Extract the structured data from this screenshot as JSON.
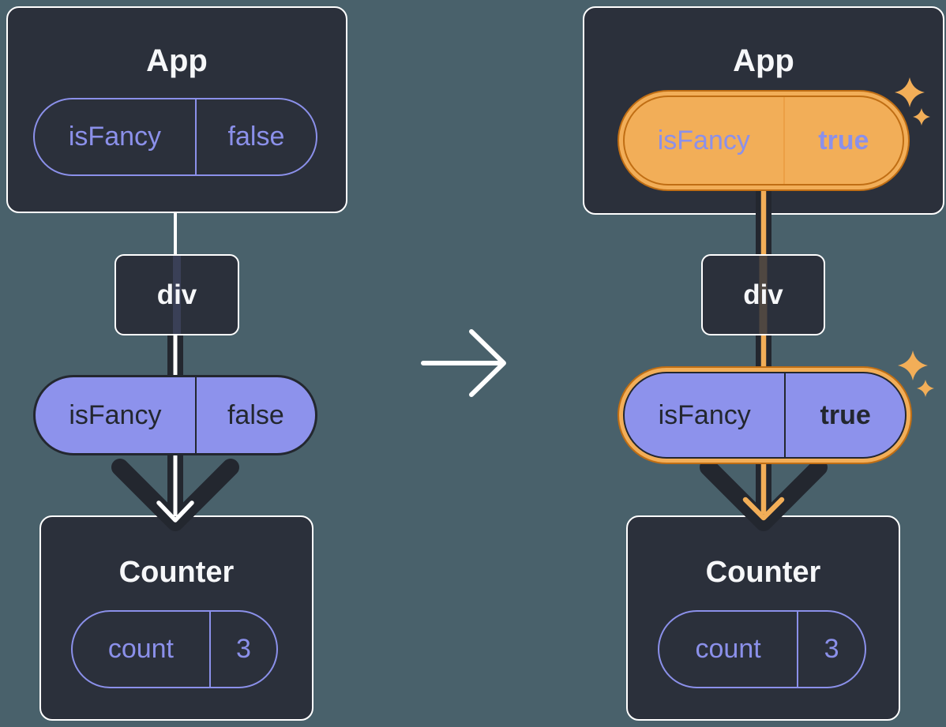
{
  "colors": {
    "background": "#49616B",
    "card": "#2B303B",
    "card_border": "#FFFFFF",
    "purple": "#8B90EA",
    "purple_fill": "#8D92EC",
    "dark": "#23272F",
    "white": "#FFFFFF",
    "orange_light": "#F2AE58",
    "orange_dark": "#C06E14",
    "orange_divider": "#EC9F45"
  },
  "before": {
    "app": {
      "title": "App",
      "prop": {
        "name": "isFancy",
        "value": "false"
      }
    },
    "div_node": {
      "label": "div"
    },
    "passed_prop": {
      "name": "isFancy",
      "value": "false"
    },
    "counter": {
      "title": "Counter",
      "state": {
        "name": "count",
        "value": "3"
      }
    }
  },
  "after": {
    "app": {
      "title": "App",
      "prop": {
        "name": "isFancy",
        "value": "true"
      }
    },
    "div_node": {
      "label": "div"
    },
    "passed_prop": {
      "name": "isFancy",
      "value": "true"
    },
    "counter": {
      "title": "Counter",
      "state": {
        "name": "count",
        "value": "3"
      }
    }
  }
}
